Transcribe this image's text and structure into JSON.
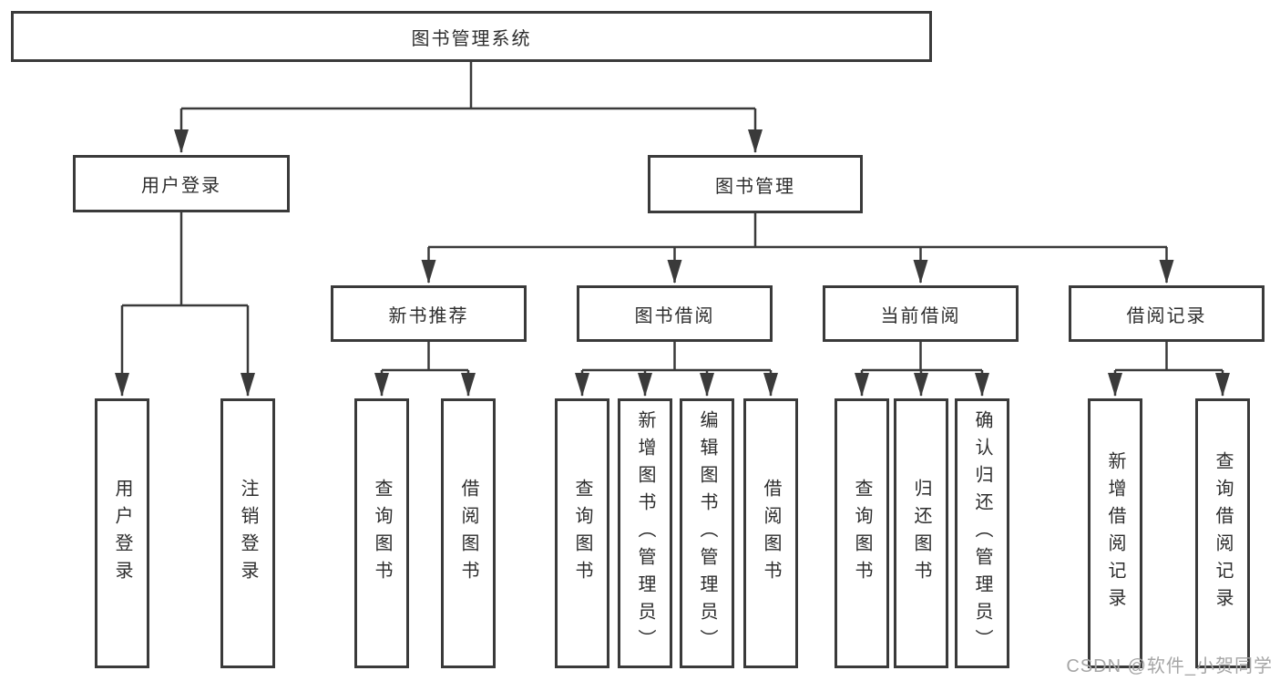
{
  "watermark": "CSDN @软件_小贺同学",
  "colors": {
    "line": "#3a3a3a",
    "box_border": "#3a3a3a",
    "text": "#2d2d2d",
    "watermark_text": "#a6a6a6",
    "background": "#ffffff"
  },
  "tree": {
    "label": "图书管理系统",
    "children": [
      {
        "label": "用户登录",
        "children": [
          {
            "label": "用户登录"
          },
          {
            "label": "注销登录"
          }
        ]
      },
      {
        "label": "图书管理",
        "children": [
          {
            "label": "新书推荐",
            "children": [
              {
                "label": "查询图书"
              },
              {
                "label": "借阅图书"
              }
            ]
          },
          {
            "label": "图书借阅",
            "children": [
              {
                "label": "查询图书"
              },
              {
                "label": "新增图书（管理员）"
              },
              {
                "label": "编辑图书（管理员）"
              },
              {
                "label": "借阅图书"
              }
            ]
          },
          {
            "label": "当前借阅",
            "children": [
              {
                "label": "查询图书"
              },
              {
                "label": "归还图书"
              },
              {
                "label": "确认归还（管理员）"
              }
            ]
          },
          {
            "label": "借阅记录",
            "children": [
              {
                "label": "新增借阅记录"
              },
              {
                "label": "查询借阅记录"
              }
            ]
          }
        ]
      }
    ]
  }
}
